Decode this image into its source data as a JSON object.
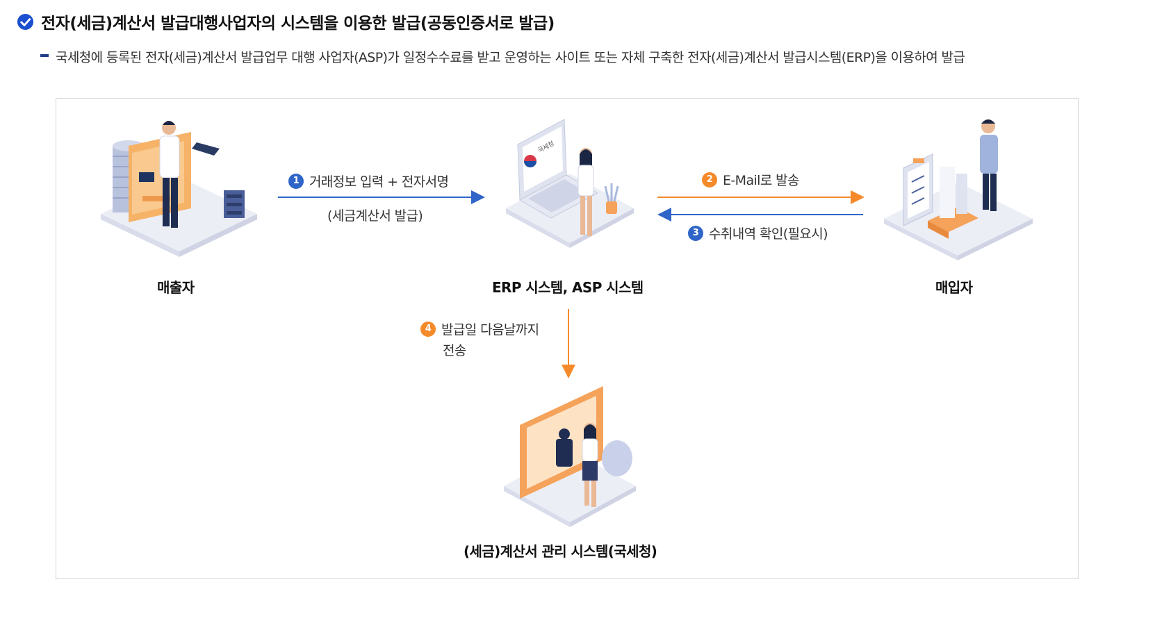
{
  "heading": "전자(세금)계산서 발급대행사업자의 시스템을 이용한 발급(공동인증서로 발급)",
  "description": "국세청에 등록된 전자(세금)계산서 발급업무 대행 사업자(ASP)가 일정수수료를 받고 운영하는 사이트 또는 자체 구축한 전자(세금)계산서 발급시스템(ERP)을 이용하여 발급",
  "nodes": {
    "seller": "매출자",
    "system": "ERP 시스템, ASP 시스템",
    "buyer": "매입자",
    "nts": "(세금)계산서 관리 시스템(국세청)"
  },
  "laptop_screen_text": "국세청",
  "steps": [
    {
      "num": "1",
      "label": "거래정보 입력 + 전자서명",
      "sub": "(세금계산서 발급)"
    },
    {
      "num": "2",
      "label": "E-Mail로 발송"
    },
    {
      "num": "3",
      "label": "수취내역 확인(필요시)"
    },
    {
      "num": "4",
      "label": "발급일 다음날까지",
      "sub": "전송"
    }
  ],
  "colors": {
    "blue": "#2f64c8",
    "orange": "#f58a2a",
    "navy": "#1f3c88"
  }
}
